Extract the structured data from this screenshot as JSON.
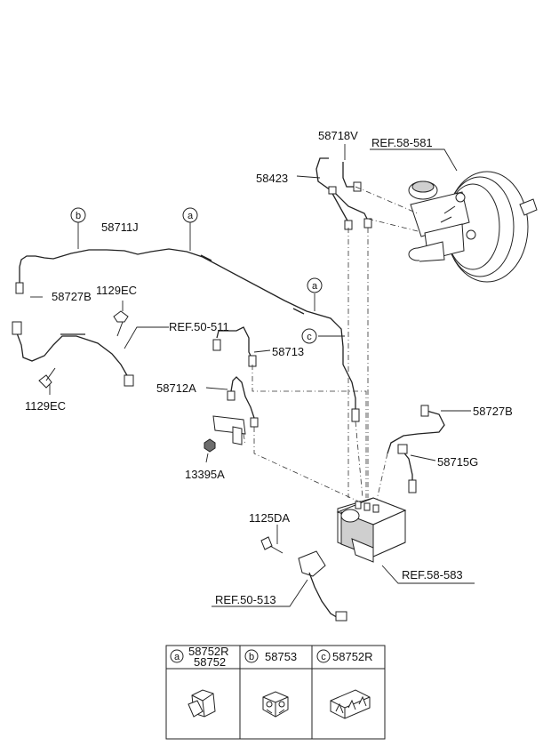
{
  "labels": {
    "l58718V": "58718V",
    "ref58581": "REF.58-581",
    "l58423": "58423",
    "l58711J": "58711J",
    "l58727B_left": "58727B",
    "l1129EC_top": "1129EC",
    "ref50511": "REF.50-511",
    "l1129EC_bottom": "1129EC",
    "l58713": "58713",
    "l58712A": "58712A",
    "l58727B_right": "58727B",
    "l58715G": "58715G",
    "l13395A": "13395A",
    "l1125DA": "1125DA",
    "ref58583": "REF.58-583",
    "ref50513": "REF.50-513"
  },
  "callouts": {
    "a": "a",
    "b": "b",
    "c": "c"
  },
  "legend_table": {
    "a": {
      "letter": "a",
      "part_line1": "58752R",
      "part_line2": "58752"
    },
    "b": {
      "letter": "b",
      "part_line1": "58753"
    },
    "c": {
      "letter": "c",
      "part_line1": "58752R"
    }
  }
}
